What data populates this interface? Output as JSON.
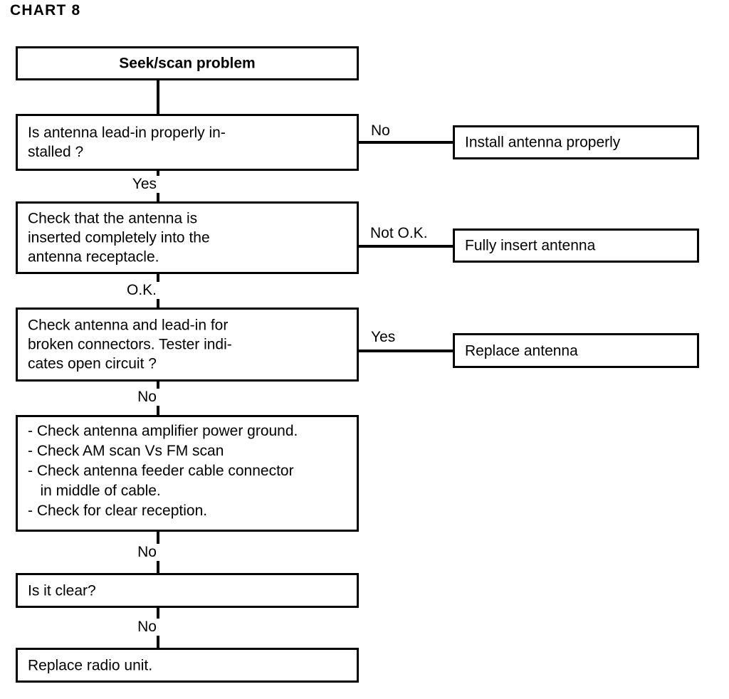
{
  "chart": {
    "title": "CHART 8",
    "type": "flowchart",
    "subject": "Seek/scan problem troubleshooting"
  },
  "nodes": {
    "start": {
      "id": "start",
      "label": "Seek/scan problem",
      "kind": "terminator"
    },
    "q1": {
      "id": "q1",
      "label": "Is antenna lead-in properly in-\nstalled ?",
      "kind": "decision"
    },
    "q2": {
      "id": "q2",
      "label": "Check that the antenna is\ninserted completely into the\nantenna receptacle.",
      "kind": "decision"
    },
    "q3": {
      "id": "q3",
      "label": "Check antenna and lead-in for\nbroken connectors. Tester indi-\ncates open circuit ?",
      "kind": "decision"
    },
    "checks": {
      "id": "checks",
      "kind": "process",
      "lines": [
        "- Check antenna amplifier power ground.",
        "- Check AM scan Vs FM scan",
        "- Check antenna feeder cable connector",
        "   in middle of cable.",
        "- Check for clear reception."
      ]
    },
    "q4": {
      "id": "q4",
      "label": "Is it clear?",
      "kind": "decision"
    },
    "end": {
      "id": "end",
      "label": "Replace radio unit.",
      "kind": "process"
    },
    "a1": {
      "id": "a1",
      "label": "Install antenna properly",
      "kind": "action"
    },
    "a2": {
      "id": "a2",
      "label": "Fully insert antenna",
      "kind": "action"
    },
    "a3": {
      "id": "a3",
      "label": "Replace antenna",
      "kind": "action"
    }
  },
  "edge_labels": {
    "q1_no": "No",
    "q1_yes": "Yes",
    "q2_not_ok": "Not O.K.",
    "q2_ok": "O.K.",
    "q3_yes": "Yes",
    "q3_no": "No",
    "checks_no": "No",
    "q4_no": "No"
  },
  "edges": [
    {
      "from": "start",
      "to": "q1",
      "label": ""
    },
    {
      "from": "q1",
      "to": "a1",
      "label": "No"
    },
    {
      "from": "q1",
      "to": "q2",
      "label": "Yes"
    },
    {
      "from": "q2",
      "to": "a2",
      "label": "Not O.K."
    },
    {
      "from": "q2",
      "to": "q3",
      "label": "O.K."
    },
    {
      "from": "q3",
      "to": "a3",
      "label": "Yes"
    },
    {
      "from": "q3",
      "to": "checks",
      "label": "No"
    },
    {
      "from": "checks",
      "to": "q4",
      "label": "No"
    },
    {
      "from": "q4",
      "to": "end",
      "label": "No"
    }
  ],
  "colors": {
    "ink": "#000000",
    "paper": "#ffffff"
  }
}
